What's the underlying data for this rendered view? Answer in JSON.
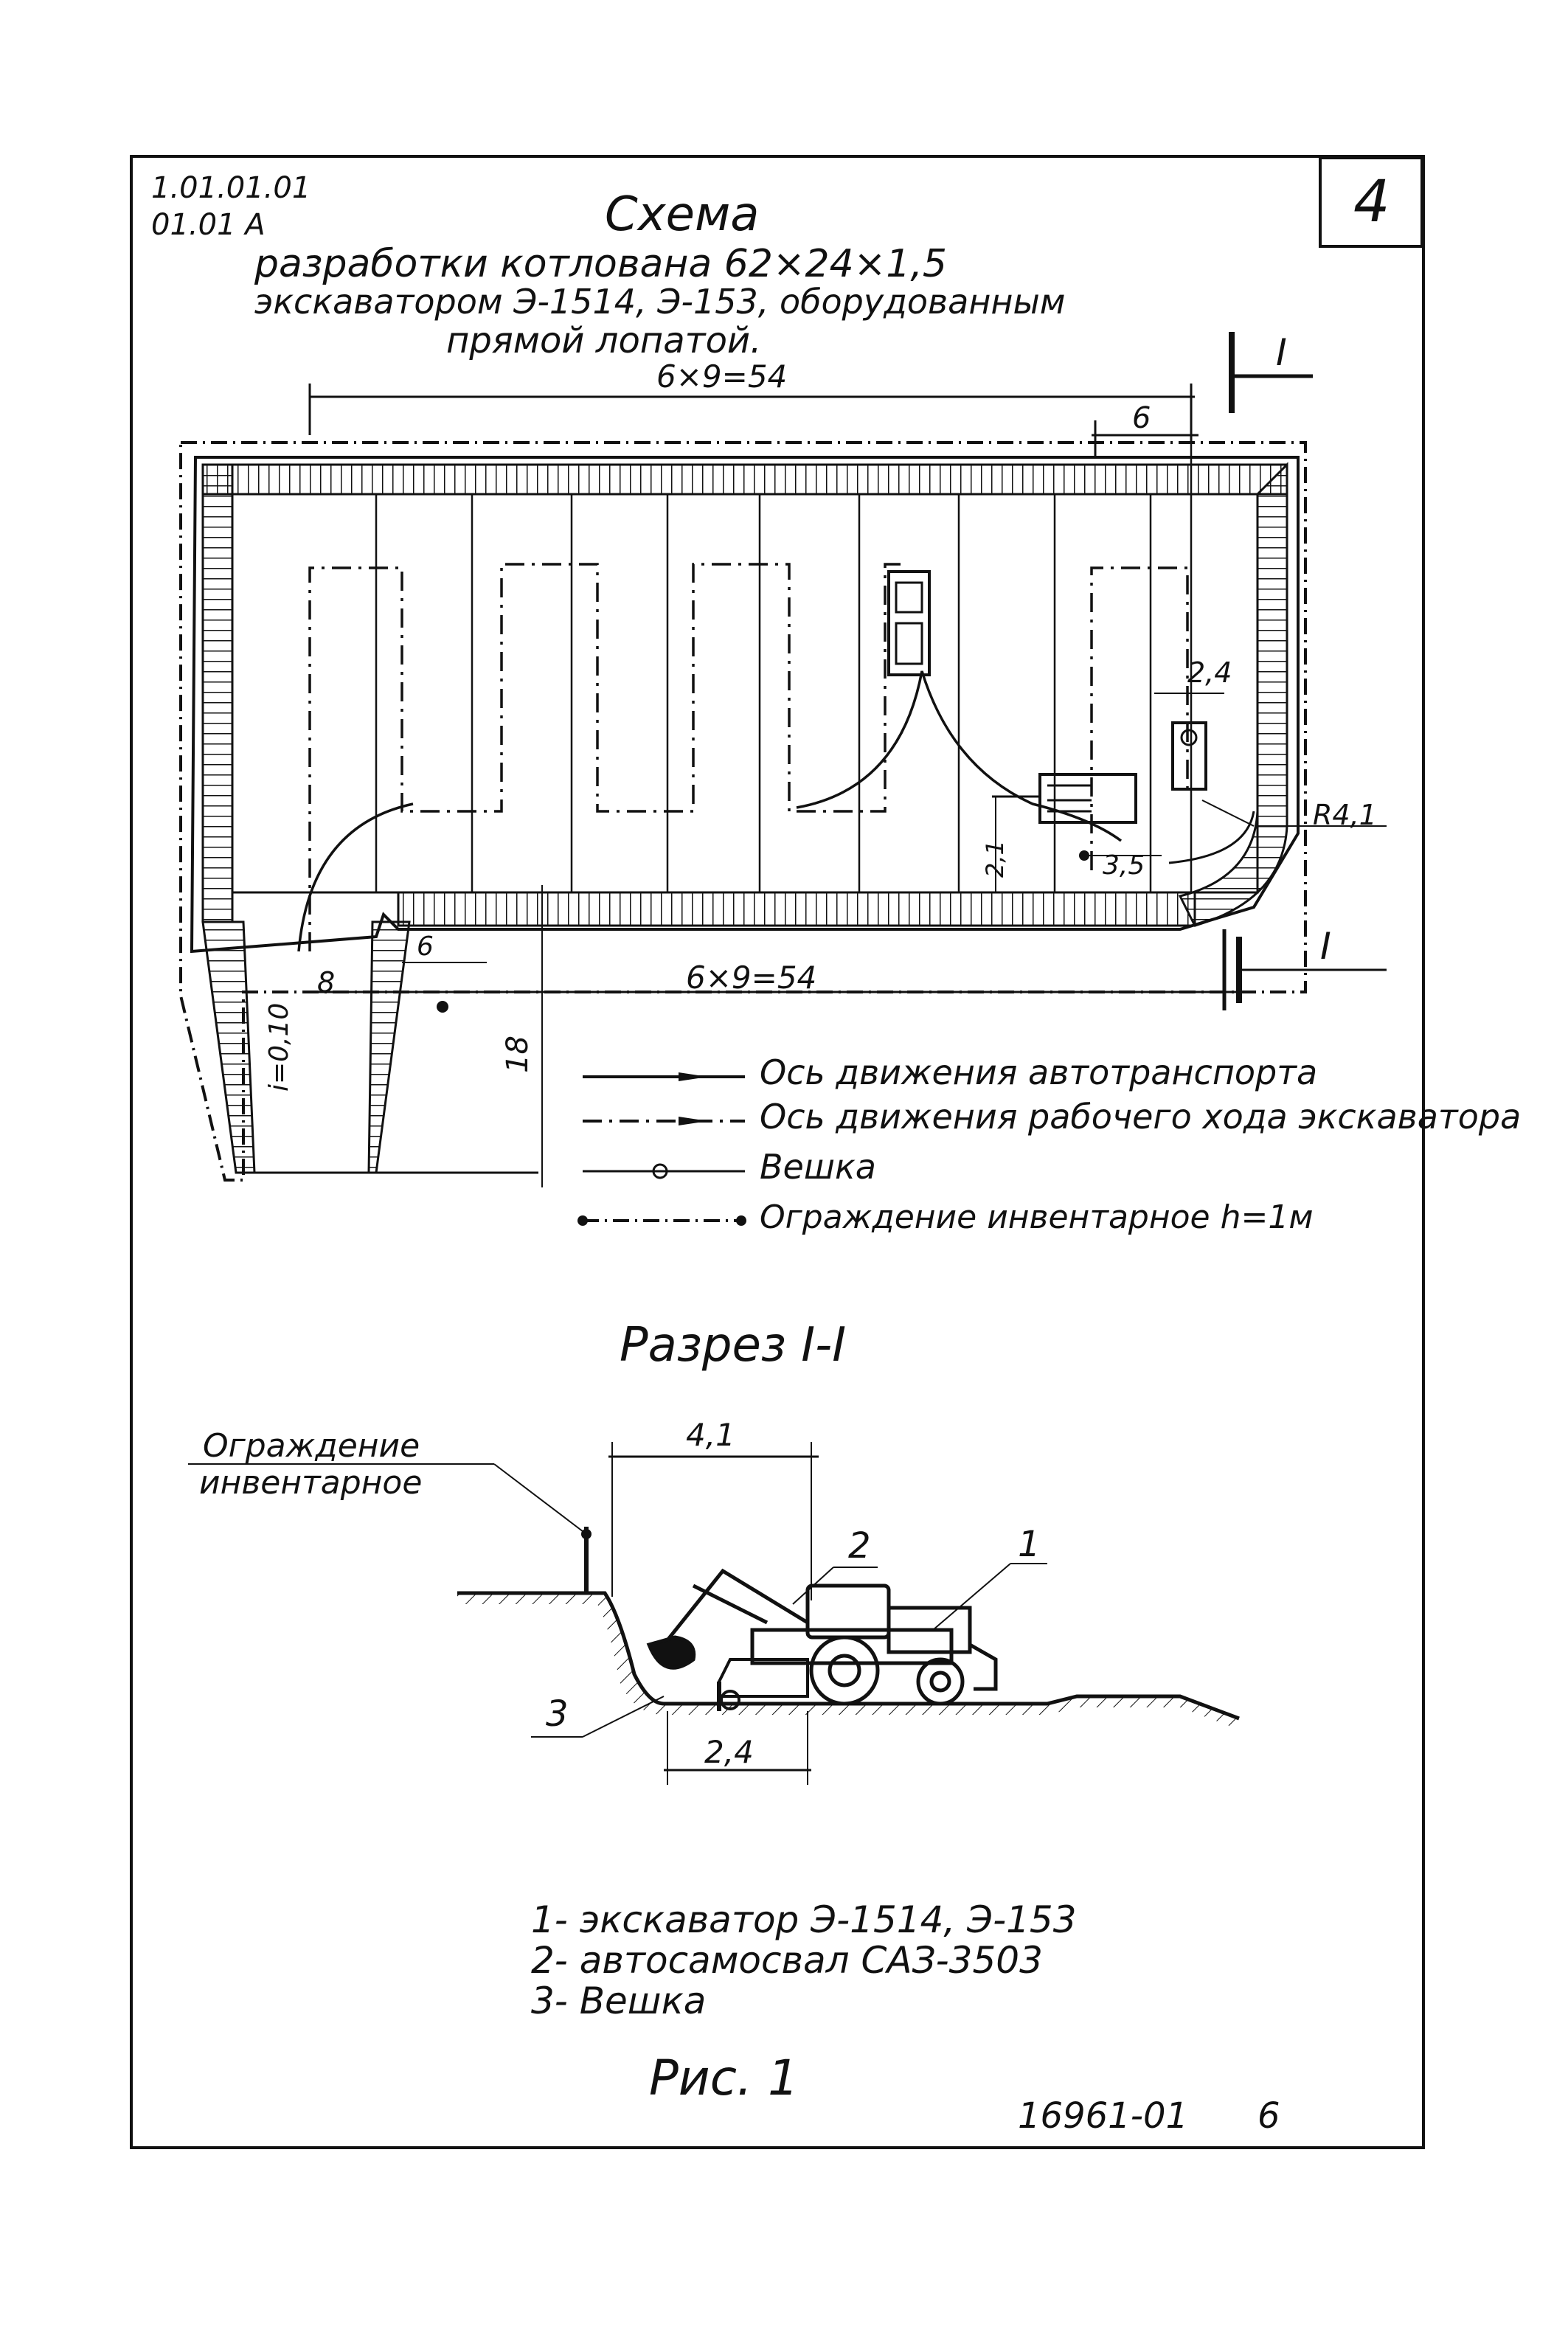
{
  "header": {
    "code_line1": "1.01.01.01",
    "code_line2": "01.01 A",
    "sheet_number": "4",
    "title": "Схема",
    "subtitle_line1": "разработки котлована 62×24×1,5",
    "subtitle_line2": "экскаватором Э-1514, Э-153, оборудованным",
    "subtitle_line3": "прямой лопатой."
  },
  "plan": {
    "dim_top": "6×9=54",
    "dim_bottom": "6×9=54",
    "dim_6_top": "6",
    "dim_6_bottom": "6",
    "dim_8": "8",
    "dim_18": "18",
    "dim_slope": "i=0,10",
    "dim_2_4": "2,4",
    "dim_r4_1": "R4,1",
    "dim_2_1": "2,1",
    "dim_3_5": "3,5",
    "section_mark": "I"
  },
  "legend": {
    "items": [
      {
        "label": "Ось движения автотранспорта"
      },
      {
        "label": "Ось движения рабочего хода экскаватора"
      },
      {
        "label": "Вешка"
      },
      {
        "label": "Ограждение инвентарное h=1м"
      }
    ]
  },
  "section": {
    "title": "Разрез I-I",
    "fence_label_line1": "Ограждение",
    "fence_label_line2": "инвентарное",
    "dim_4_1": "4,1",
    "dim_2_4": "2,4",
    "callout_1": "1",
    "callout_2": "2",
    "callout_3": "3"
  },
  "notes": {
    "line1": "1- экскаватор Э-1514, Э-153",
    "line2": "2- автосамосвал САЗ-3503",
    "line3": "3- Вешка"
  },
  "figure_label": "Рис. 1",
  "footer": {
    "doc_number": "16961-01",
    "page": "6"
  }
}
